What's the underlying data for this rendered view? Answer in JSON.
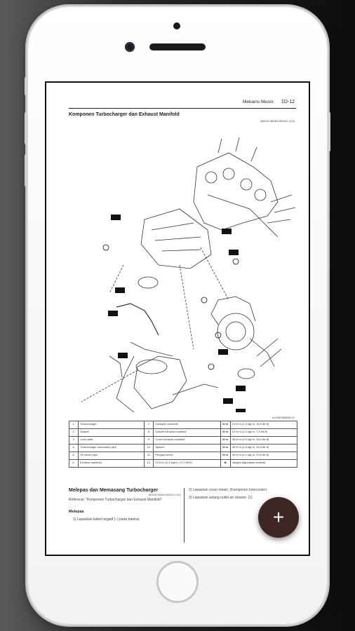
{
  "manual": {
    "chapter": "Mekanis Mesin:",
    "page_number": "1D-12",
    "section_title": "Komponen Turbocharger dan Exhaust Manifold",
    "doc_code": "AEDGL0B0B10002D1 (1/2)",
    "figure_id": "ILLR8P4B0B3I-01",
    "legend_rows": [
      {
        "n1": "1.",
        "t1": "Turbocharger",
        "n2": "7.",
        "t2": "Catalytic converter",
        "ic": "N·m",
        "t3": "23 N·m (2,3 kgf-m, 16,5 lbf-ft)"
      },
      {
        "n1": "2.",
        "t1": "Gasket",
        "n2": "8.",
        "t2": "Gasket exhaust manifold",
        "ic": "N·m",
        "t3": "10 N·m (1,0 kgf-m, 7,5 lbf-ft)"
      },
      {
        "n1": "3.",
        "t1": "Lock plate",
        "n2": "9.",
        "t2": "Cover exhaust manifold",
        "ic": "N·m",
        "t3": "38 N·m (3,9 kgf-m, 28,0 lbf-ft)"
      },
      {
        "n1": "4.",
        "t1": "Turbocharger lubrication pipe",
        "n2": "10.",
        "t2": "Spacer",
        "ic": "N·m",
        "t3": "45 N·m (4,6 kgf-m, 33,5 lbf-ft)"
      },
      {
        "n1": "5.",
        "t1": "Oil return pipe",
        "n2": "11.",
        "t2": "Pengait mesin",
        "ic": "N·m",
        "t3": "40 N·m (4,1 kgf-m, 29,5 lbf-ft)"
      },
      {
        "n1": "6.",
        "t1": "Exhaust manifold",
        "n2": "12.",
        "t2": "23 N·m (2,3 kgf-m, 17,0 lbf-ft)",
        "ic": "⊗",
        "t3": "Jangan digunakan kembali"
      }
    ],
    "lower_title": "Melepas dan Memasang Turbocharger",
    "lower_code": "AEDGL0B0B10002D1 (1/1)",
    "lower_reference": "Referensi: \"Komponen Turbocharger dan Exhaust Manifold\"",
    "lower_subtitle": "Melepas",
    "step1": "1) Lepaskan kabel negatif (–) pada baterai.",
    "step2": "2) Lepaskan cover mesin. (Komponen Intercooler)",
    "step3": "3) Lepaskan selang outlet air cleaner. (1)"
  },
  "fab": {
    "icon": "plus-icon",
    "symbol": "+",
    "color": "#3e2723"
  }
}
